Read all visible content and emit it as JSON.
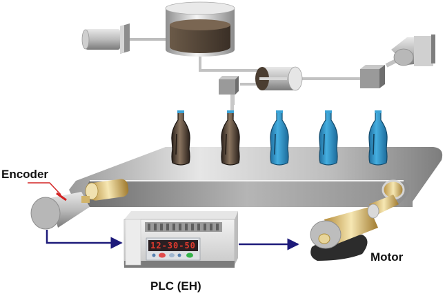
{
  "diagram": {
    "title": "Bottle filling conveyor controlled by PLC",
    "labels": {
      "encoder": "Encoder",
      "plc": "PLC (EH)",
      "motor": "Motor"
    },
    "plc_display": "12-30-50",
    "bottles": [
      {
        "state": "filled",
        "color": "#5a4636"
      },
      {
        "state": "filling",
        "color": "#5a4636"
      },
      {
        "state": "empty",
        "color": "#2f8fc4"
      },
      {
        "state": "empty",
        "color": "#2f8fc4"
      },
      {
        "state": "empty",
        "color": "#2f8fc4"
      }
    ],
    "colors": {
      "signal_arrow": "#1d1a7a",
      "encoder_pointer": "#d32222",
      "liquid": "#4e3f33",
      "bottle_empty": "#2f8fc4",
      "conveyor": "#9a9a9a"
    }
  }
}
